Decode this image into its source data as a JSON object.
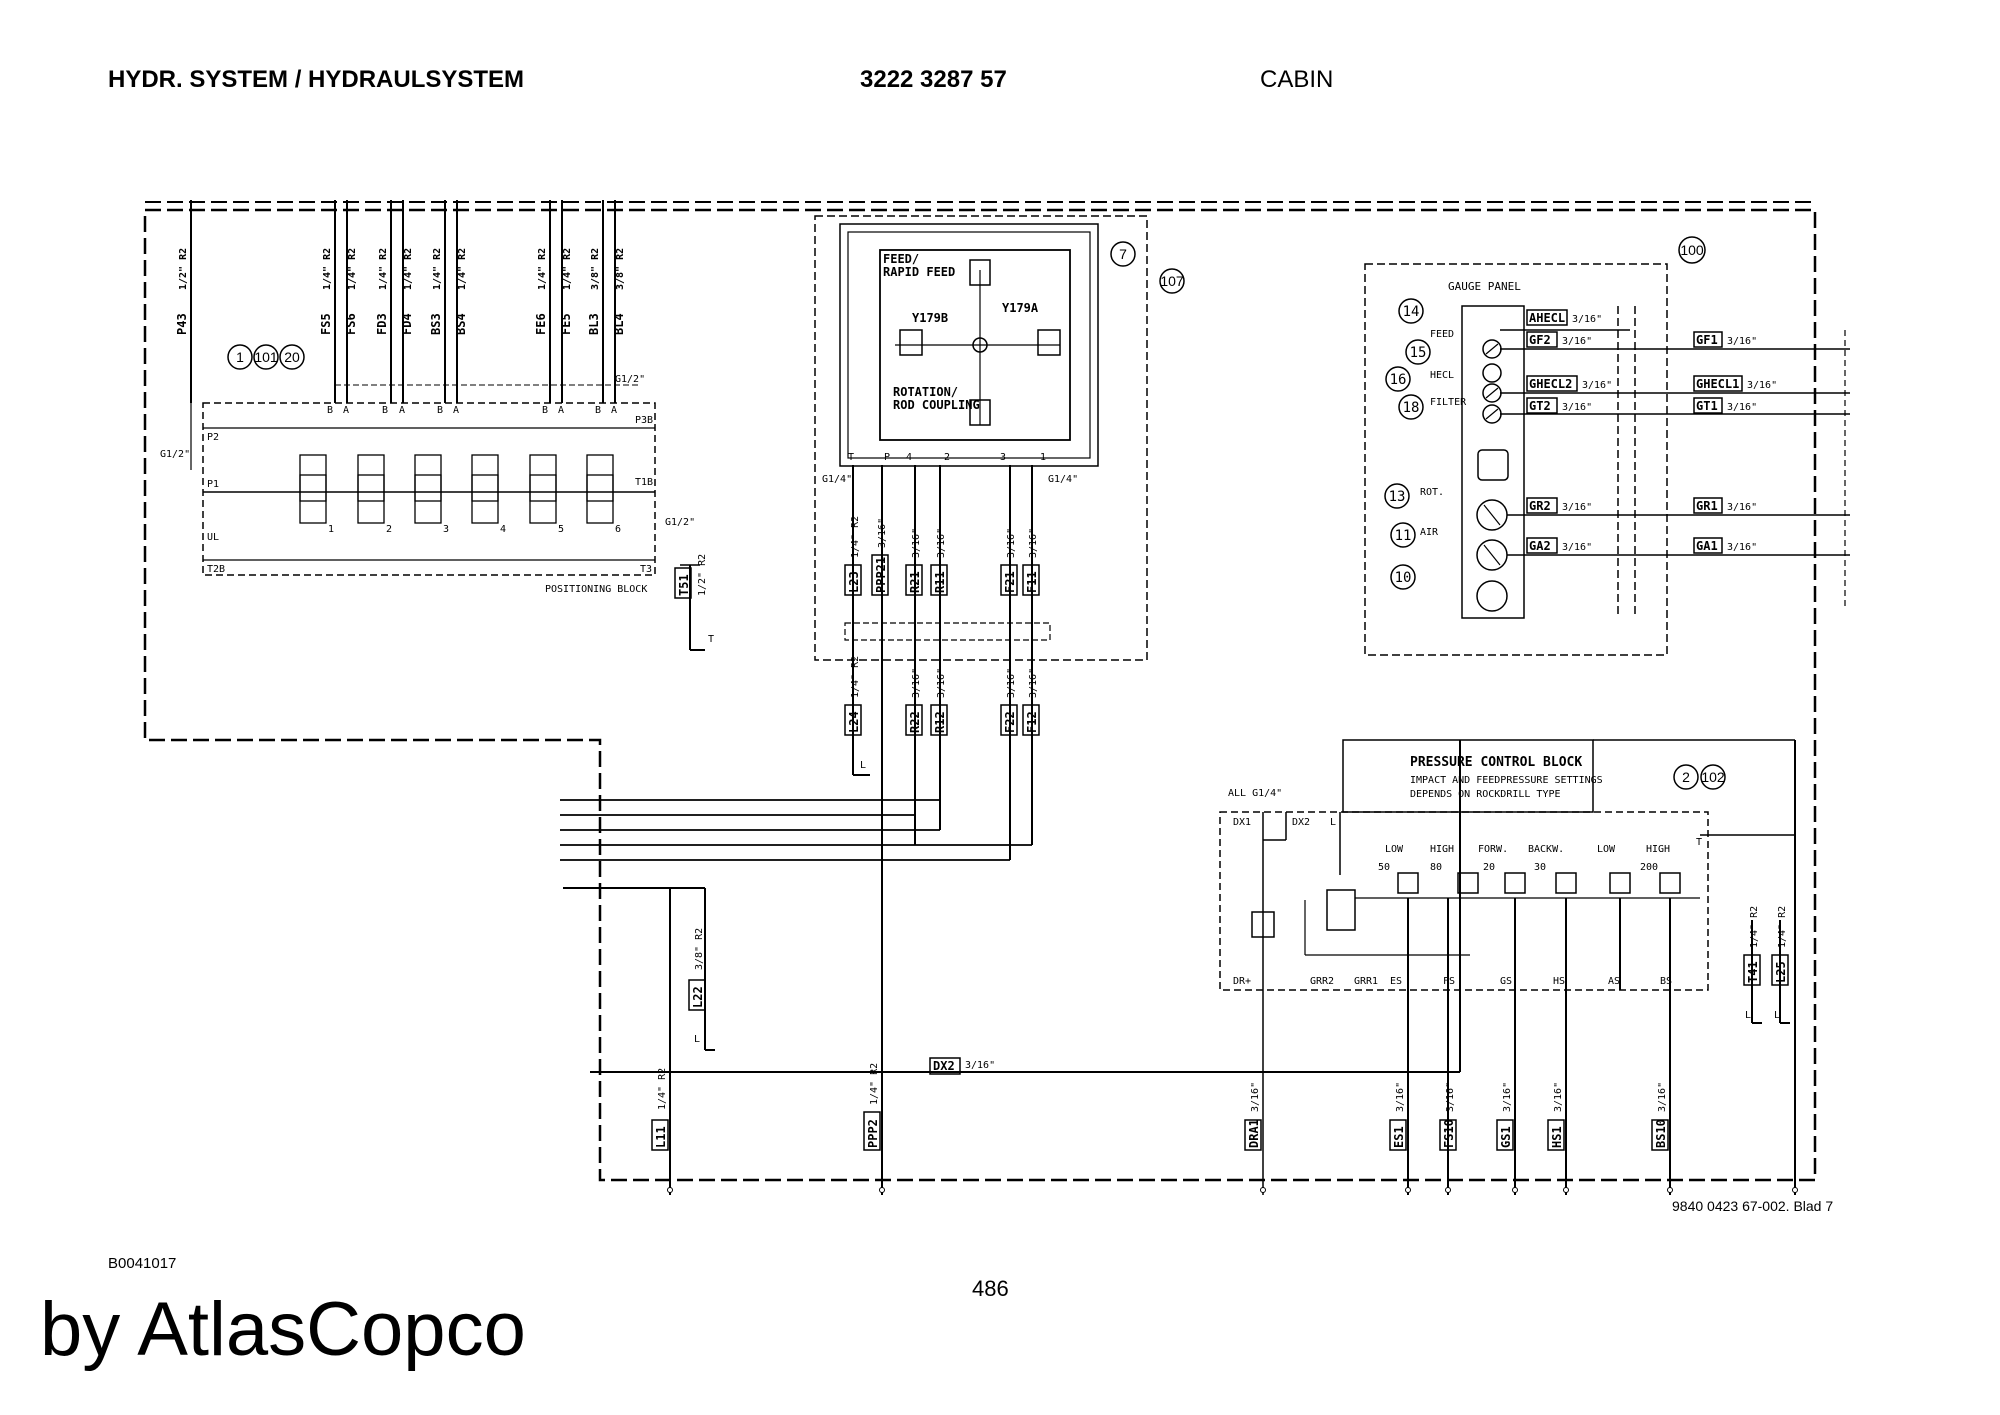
{
  "header": {
    "title": "HYDR. SYSTEM / HYDRAULSYSTEM",
    "number": "3222 3287 57",
    "section": "CABIN"
  },
  "footer": {
    "drawing_ref": "9840 0423 67-002. Blad 7",
    "code": "B0041017",
    "page": "486",
    "watermark": "by AtlasCopco"
  },
  "positioning_block": {
    "name": "POSITIONING BLOCK",
    "refs": [
      "1",
      "101",
      "20"
    ],
    "hose_tags": [
      {
        "tag": "P43",
        "size": "1/2\" R2"
      },
      {
        "tag": "FS5",
        "size": "1/4\" R2"
      },
      {
        "tag": "FS6",
        "size": "1/4\" R2"
      },
      {
        "tag": "FD3",
        "size": "1/4\" R2"
      },
      {
        "tag": "FD4",
        "size": "1/4\" R2"
      },
      {
        "tag": "BS3",
        "size": "1/4\" R2"
      },
      {
        "tag": "BS4",
        "size": "1/4\" R2"
      },
      {
        "tag": "FE6",
        "size": "1/4\" R2"
      },
      {
        "tag": "FE5",
        "size": "1/4\" R2"
      },
      {
        "tag": "BL3",
        "size": "3/8\" R2"
      },
      {
        "tag": "BL4",
        "size": "3/8\" R2"
      }
    ],
    "ports": [
      "P2",
      "P1",
      "UL",
      "T2B",
      "P3B",
      "T1B",
      "T3"
    ],
    "port_size_left": "G1/2\"",
    "port_size_top": "G1/2\"",
    "port_size_right": "G1/2\"",
    "valve_numbers": [
      "1",
      "2",
      "3",
      "4",
      "5",
      "6"
    ],
    "ab": [
      "B",
      "A"
    ],
    "t51": {
      "tag": "T51",
      "size": "1/2\" R2",
      "end": "T"
    }
  },
  "joystick": {
    "refs": [
      "7",
      "107"
    ],
    "label_feed": "FEED/",
    "label_rapid": "RAPID FEED",
    "label_rot": "ROTATION/",
    "label_rod": "ROD COUPLING",
    "y179a": "Y179A",
    "y179b": "Y179B",
    "ports": [
      "T",
      "P",
      "4",
      "2",
      "3",
      "1"
    ],
    "g14": "G1/4\"",
    "upper_tags": [
      {
        "tag": "L23",
        "size": "1/4\" R2"
      },
      {
        "tag": "PPP21",
        "size": "3/16\""
      },
      {
        "tag": "R21",
        "size": "3/16\""
      },
      {
        "tag": "R11",
        "size": "3/16\""
      },
      {
        "tag": "F21",
        "size": "3/16\""
      },
      {
        "tag": "F11",
        "size": "3/16\""
      }
    ],
    "lower_tags": [
      {
        "tag": "L24",
        "size": "1/4\" R2"
      },
      {
        "tag": "R22",
        "size": "3/16\""
      },
      {
        "tag": "R12",
        "size": "3/16\""
      },
      {
        "tag": "F22",
        "size": "3/16\""
      },
      {
        "tag": "F12",
        "size": "3/16\""
      }
    ],
    "l_end": "L"
  },
  "gauge_panel": {
    "name": "GAUGE PANEL",
    "ref": "100",
    "gauges": [
      {
        "num": "14",
        "label": "FEED"
      },
      {
        "num": "15",
        "label": ""
      },
      {
        "num": "16",
        "label": "HECL"
      },
      {
        "num": "18",
        "label": "FILTER"
      },
      {
        "num": "13",
        "label": "ROT."
      },
      {
        "num": "11",
        "label": "AIR"
      },
      {
        "num": "10",
        "label": ""
      }
    ],
    "inner_tags": [
      {
        "tag": "AHECL",
        "size": "3/16\""
      },
      {
        "tag": "GF2",
        "size": "3/16\""
      },
      {
        "tag": "GHECL2",
        "size": "3/16\""
      },
      {
        "tag": "GT2",
        "size": "3/16\""
      },
      {
        "tag": "GR2",
        "size": "3/16\""
      },
      {
        "tag": "GA2",
        "size": "3/16\""
      }
    ],
    "outer_tags": [
      {
        "tag": "GF1",
        "size": "3/16\""
      },
      {
        "tag": "GHECL1",
        "size": "3/16\""
      },
      {
        "tag": "GT1",
        "size": "3/16\""
      },
      {
        "tag": "GR1",
        "size": "3/16\""
      },
      {
        "tag": "GA1",
        "size": "3/16\""
      }
    ]
  },
  "pressure_block": {
    "title": "PRESSURE CONTROL BLOCK",
    "note1": "IMPACT AND FEEDPRESSURE SETTINGS",
    "note2": "DEPENDS ON ROCKDRILL TYPE",
    "refs": [
      "2",
      "102"
    ],
    "all": "ALL G1/4\"",
    "ports_top": [
      "DX1",
      "DX2",
      "L",
      "T"
    ],
    "settings": [
      {
        "label": "LOW",
        "value": "50"
      },
      {
        "label": "HIGH",
        "value": "80"
      },
      {
        "label": "FORW.",
        "value": "20"
      },
      {
        "label": "BACKW.",
        "value": "30"
      },
      {
        "label": "LOW",
        "value": ""
      },
      {
        "label": "HIGH",
        "value": "200"
      }
    ],
    "ports_bottom": [
      "DR+",
      "GRR2",
      "GRR1",
      "ES",
      "FS",
      "GS",
      "HS",
      "AS",
      "BS"
    ],
    "right_tags": [
      {
        "tag": "T41",
        "size": "1/4\" R2"
      },
      {
        "tag": "L25",
        "size": "1/4\" R2"
      }
    ],
    "l_end": "L"
  },
  "bottom": {
    "l22": {
      "tag": "L22",
      "size": "3/8\" R2",
      "end": "L"
    },
    "dx2": {
      "tag": "DX2",
      "size": "3/16\""
    },
    "tags": [
      {
        "tag": "L11",
        "size": "1/4\" R2"
      },
      {
        "tag": "PPP2",
        "size": "1/4\" R2"
      },
      {
        "tag": "DRA1",
        "size": "3/16\""
      },
      {
        "tag": "ES1",
        "size": "3/16\""
      },
      {
        "tag": "FS10",
        "size": "3/16\""
      },
      {
        "tag": "GS1",
        "size": "3/16\""
      },
      {
        "tag": "HS1",
        "size": "3/16\""
      },
      {
        "tag": "BS10",
        "size": "3/16\""
      }
    ]
  }
}
